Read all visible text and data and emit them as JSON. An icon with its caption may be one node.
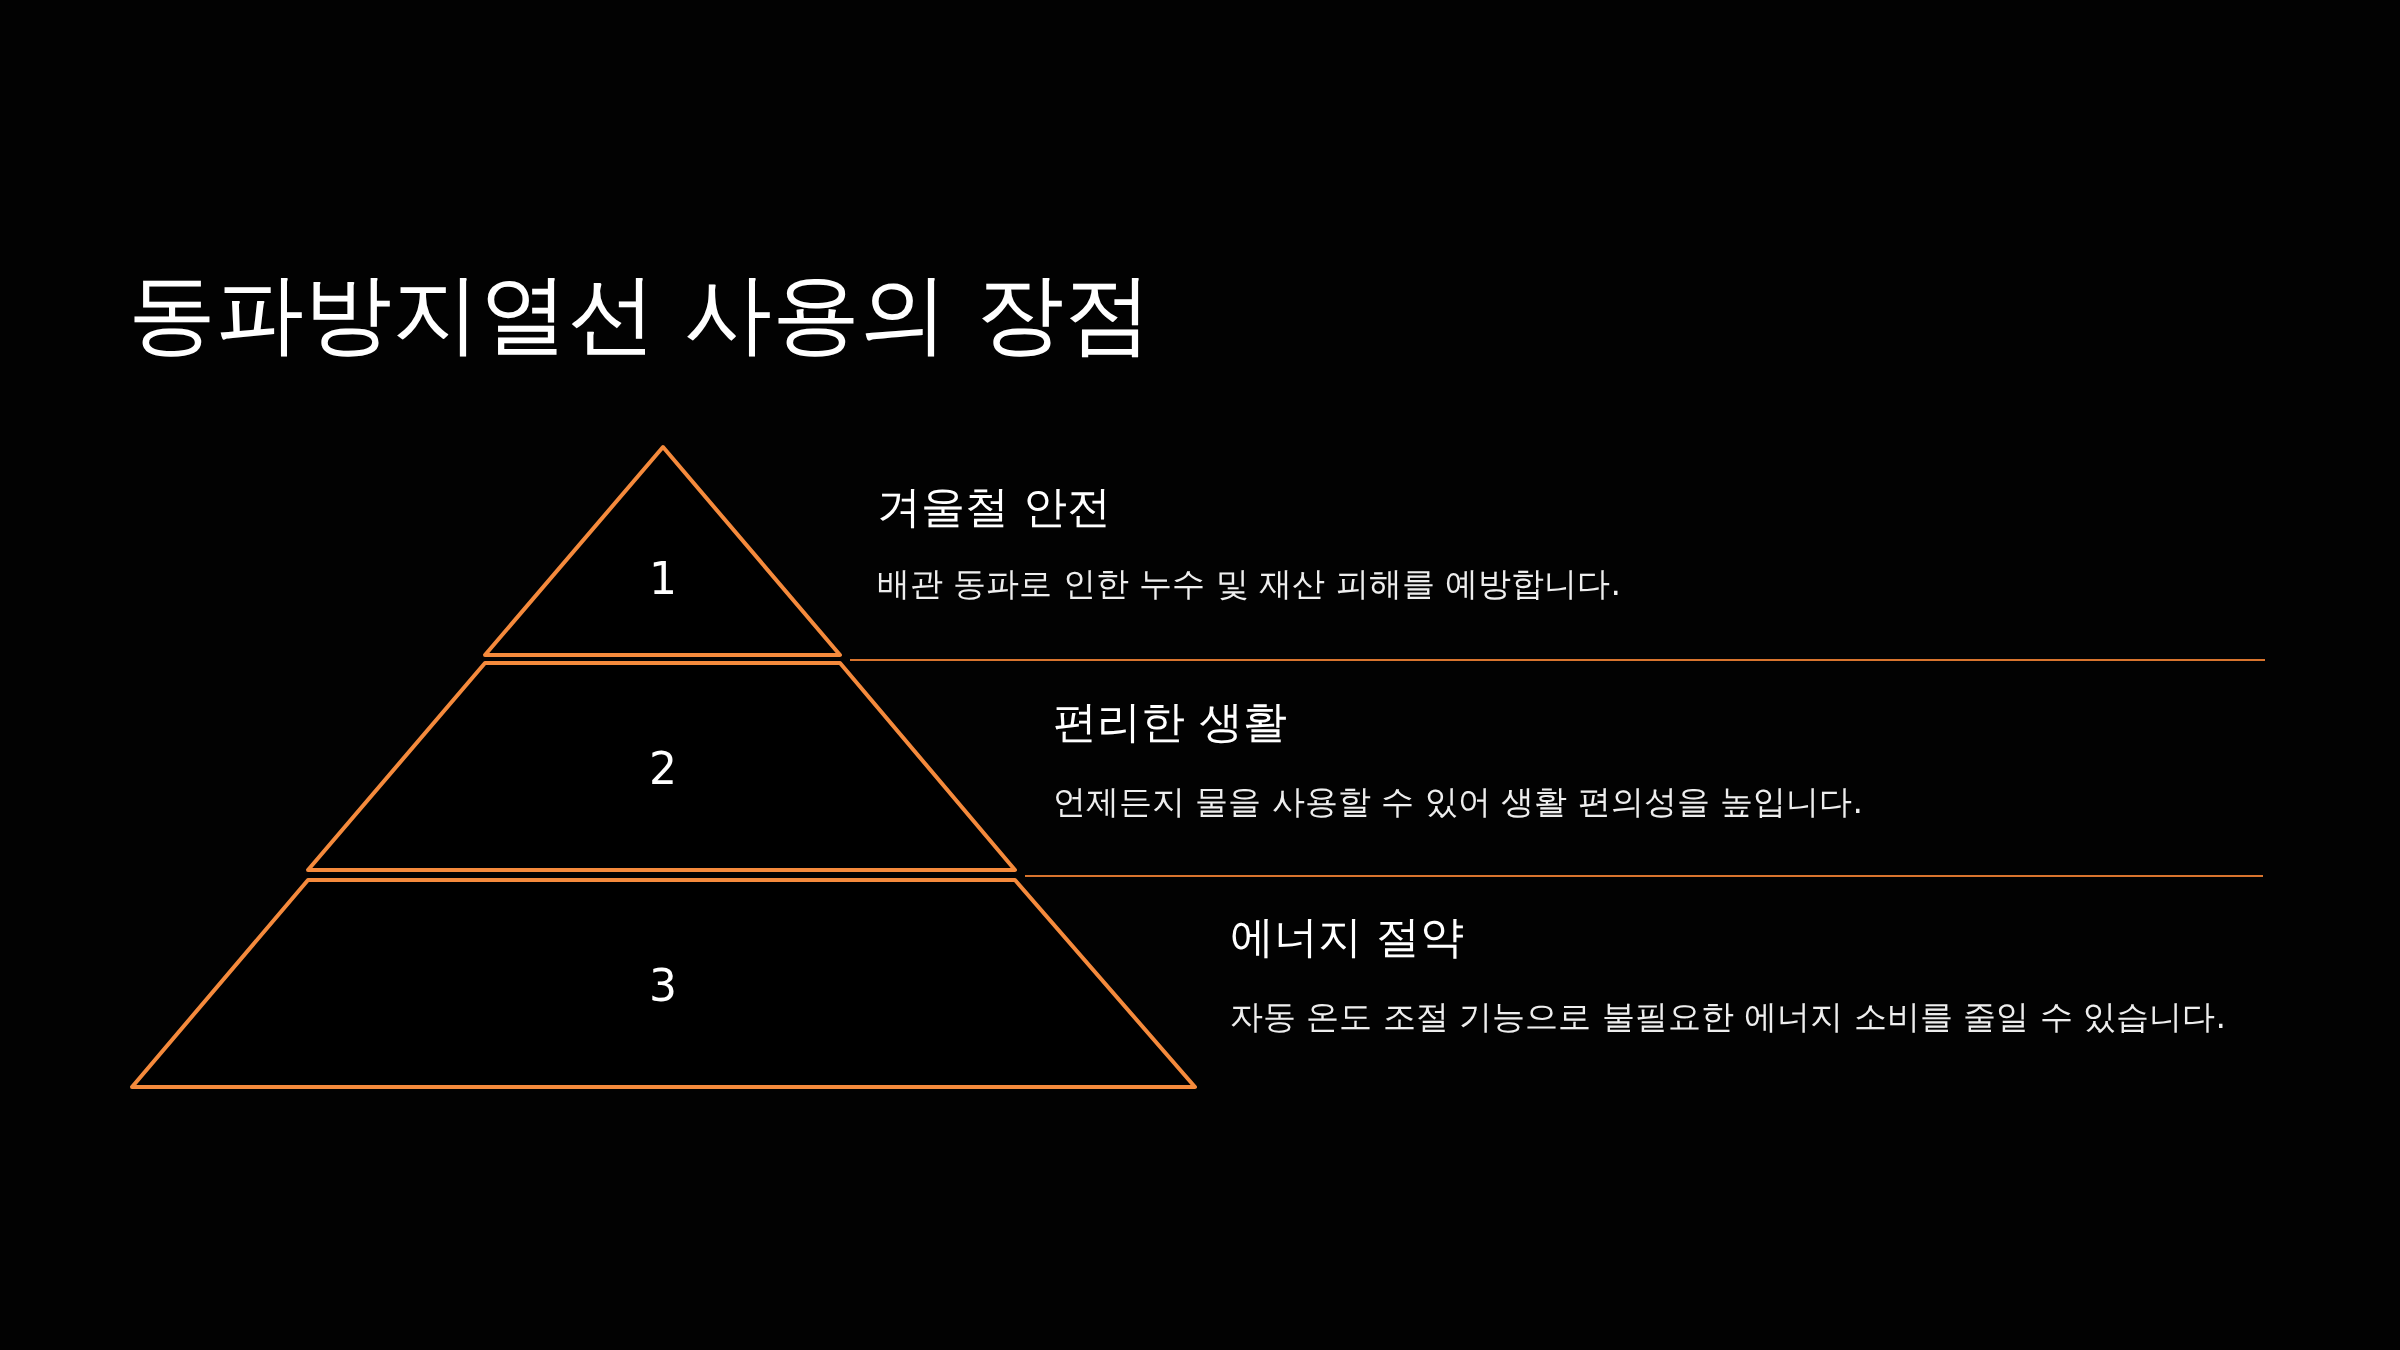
{
  "diagram": {
    "title": "동파방지열선 사용의 장점",
    "nodes": [
      {
        "text": [
          "1"
        ],
        "beside": [
          "겨울철 안전",
          "배관 동파로 인한 누수 및 재산 피해를 예방합니다."
        ]
      },
      {
        "text": [
          "2"
        ],
        "beside": [
          "편리한 생활",
          "언제든지 물을 사용할 수 있어 생활 편의성을 높입니다."
        ]
      },
      {
        "text": [
          "3"
        ],
        "beside": [
          "에너지 절약",
          "자동 온도 조절 기능으로 불필요한 에너지 소비를 줄일 수 있습니다."
        ]
      }
    ],
    "edges": []
  }
}
